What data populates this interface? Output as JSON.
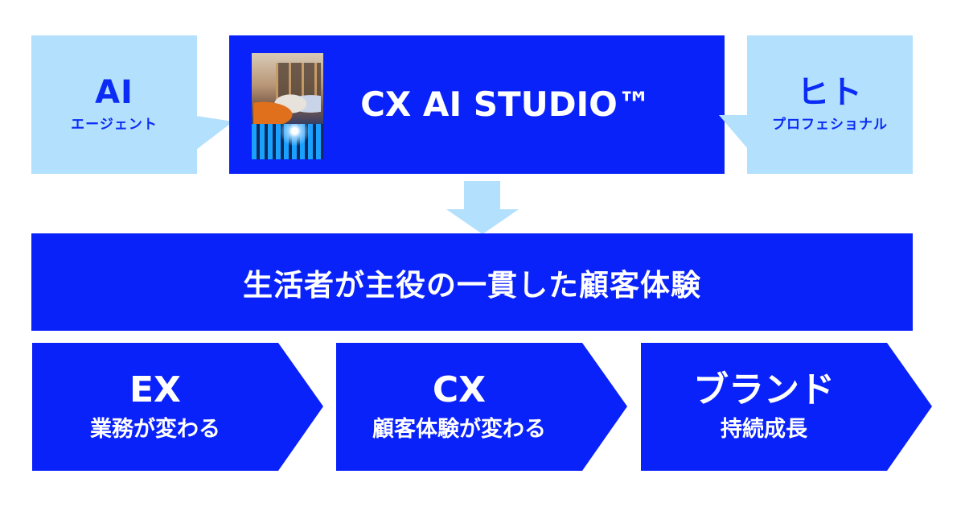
{
  "colors": {
    "primary_blue": "#0a22fa",
    "light_blue": "#b3e0fd",
    "dark_text_blue": "#0a2cf5",
    "white": "#ffffff"
  },
  "top_row": {
    "left": {
      "title": "AI",
      "subtitle": "エージェント"
    },
    "center": {
      "title": "CX AI STUDIO™",
      "image_alt": "team-working-at-interactive-table-photo"
    },
    "right": {
      "title": "ヒト",
      "subtitle": "プロフェショナル"
    }
  },
  "arrow": {
    "direction": "down",
    "icon": "down-arrow-icon"
  },
  "main_bar": {
    "label": "生活者が主役の一貫した顧客体験"
  },
  "outcomes": [
    {
      "title": "EX",
      "subtitle": "業務が変わる"
    },
    {
      "title": "CX",
      "subtitle": "顧客体験が変わる"
    },
    {
      "title": "ブランド",
      "subtitle": "持続成長"
    }
  ]
}
